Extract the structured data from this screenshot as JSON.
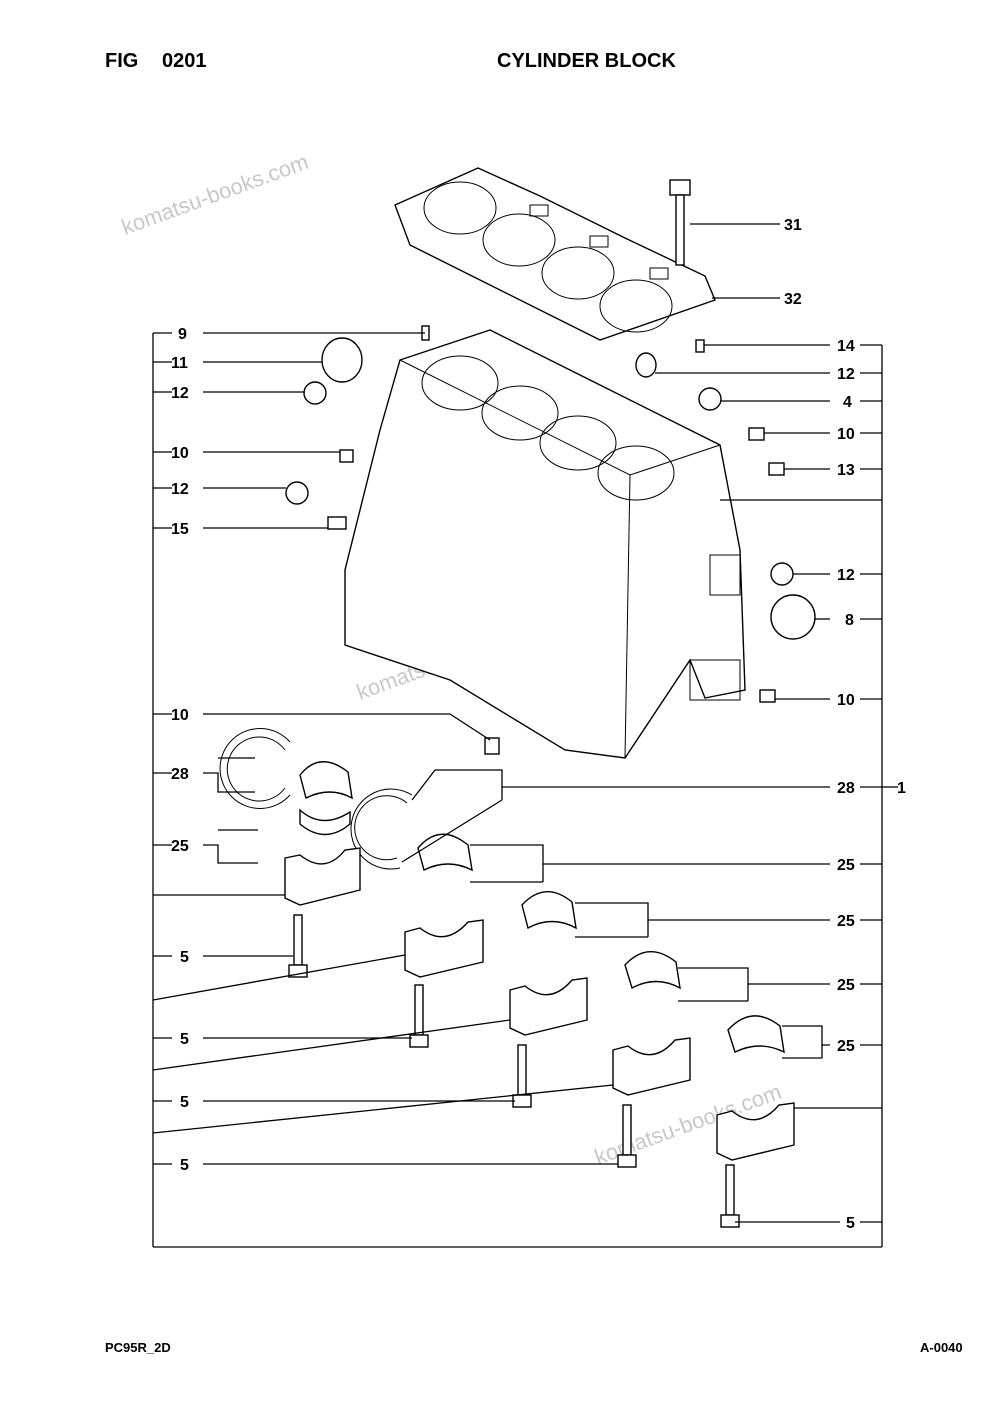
{
  "header": {
    "fig_label": "FIG",
    "fig_number": "0201",
    "title": "CYLINDER BLOCK"
  },
  "footer": {
    "model": "PC95R_2D",
    "page_code": "A-0040"
  },
  "watermark": "komatsu-books.com",
  "callouts": {
    "left": [
      "9",
      "11",
      "12",
      "10",
      "12",
      "15",
      "10",
      "28",
      "25",
      "5",
      "5",
      "5",
      "5"
    ],
    "right": [
      "31",
      "32",
      "14",
      "12",
      "4",
      "10",
      "13",
      "12",
      "8",
      "10",
      "28",
      "25",
      "25",
      "25",
      "25",
      "5"
    ],
    "assembly": "1"
  }
}
